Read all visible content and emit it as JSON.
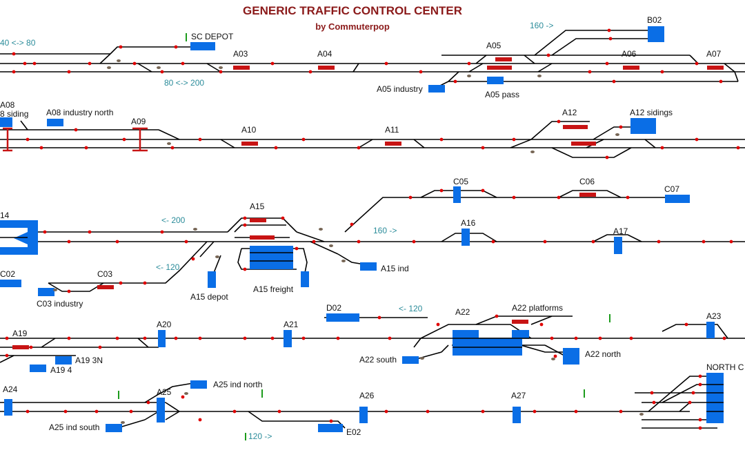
{
  "title": "GENERIC TRAFFIC CONTROL CENTER",
  "subtitle": "by Commuterpop",
  "colors": {
    "track": "#000000",
    "signal": "#e00000",
    "block_blue": "#0a6ee6",
    "block_red": "#c81414",
    "title": "#8b1a1a",
    "speed_text": "#2b8c9a",
    "label": "#111111",
    "marker_green": "#1b9b1b",
    "derail": "#776655"
  },
  "labels": {
    "sc_depot": "SC DEPOT",
    "a03": "A03",
    "a04": "A04",
    "a05": "A05",
    "a06": "A06",
    "a07": "A07",
    "b02": "B02",
    "a05_industry": "A05 industry",
    "a05_pass": "A05 pass",
    "a08": "A08",
    "a08_siding": "8 siding",
    "a08_industry_north": "A08 industry north",
    "a09": "A09",
    "a10": "A10",
    "a11": "A11",
    "a12": "A12",
    "a12_sidings": "A12 sidings",
    "a14": "14",
    "c05": "C05",
    "c06": "C06",
    "c07": "C07",
    "a15": "A15",
    "a16": "A16",
    "a17": "A17",
    "c02": "C02",
    "c03": "C03",
    "c03_industry": "C03 industry",
    "a15_depot": "A15 depot",
    "a15_freight": "A15 freight",
    "a15_ind": "A15 ind",
    "d02": "D02",
    "a22": "A22",
    "a22_platforms": "A22 platforms",
    "a19": "A19",
    "a20": "A20",
    "a21": "A21",
    "a23": "A23",
    "a19_3n": "A19 3N",
    "a19_4": "A19 4",
    "a22_south": "A22 south",
    "a22_north": "A22 north",
    "a24": "A24",
    "a25": "A25",
    "a25_ind_north": "A25 ind north",
    "a26": "A26",
    "a27": "A27",
    "north_c": "NORTH C",
    "a25_ind_south": "A25 ind south",
    "e02": "E02"
  },
  "speed_limits": {
    "s1": "40 <-> 80",
    "s2": "80 <-> 200",
    "s3": "160 ->",
    "s4": "<- 200",
    "s5": "160 ->",
    "s6": "<- 120",
    "s7": "<- 120",
    "s8": "120 ->"
  }
}
